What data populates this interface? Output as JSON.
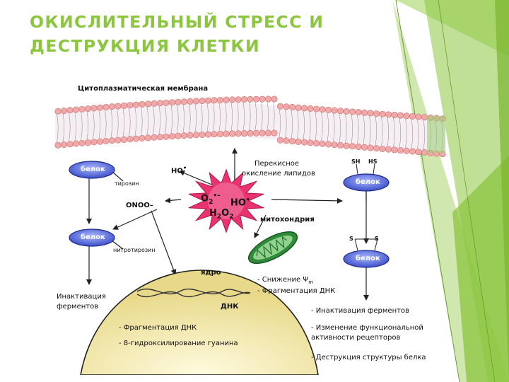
{
  "slide": {
    "title_line1": "ОКИСЛИТЕЛЬНЫЙ СТРЕСС И",
    "title_line2": "ДЕСТРУКЦИЯ КЛЕТКИ",
    "accent_color": "#8cc63f"
  },
  "diagram": {
    "membrane_label": "Цитоплазматическая мембрана",
    "protein_left_top": "белок",
    "tyrosine": "тирозин",
    "ho_radical": "HO",
    "peroxidation_line1": "Перекисное",
    "peroxidation_line2": "окисление липидов",
    "sh1": "SH",
    "sh2": "HS",
    "protein_right_top": "белок",
    "onoo": "ONOO",
    "star_o2": "O",
    "star_ho": "HO",
    "star_h2o2": "H",
    "mitochondria": "митохондрия",
    "protein_left_bottom": "белок",
    "nitrotyrosine": "нитротирозин",
    "s1": "S",
    "s2": "S",
    "protein_right_bottom": "белок",
    "nucleus": "ядро",
    "mito_effect1": "- Снижение Ψ",
    "mito_effect1_sub": "m",
    "mito_effect2": "- Фрагментация ДНК",
    "inactivation_line1": "Инактивация",
    "inactivation_line2": "ферментов",
    "dna": "ДНК",
    "right_effect1": "- Инактивация ферментов",
    "right_effect2_line1": "- Изменение функциональной",
    "right_effect2_line2": "активности рецепторов",
    "right_effect3": "- Деструкция структуры белка",
    "nucleus_effect1": "- Фрагментация ДНК",
    "nucleus_effect2": "- 8-гидроксилирование гуанина"
  }
}
